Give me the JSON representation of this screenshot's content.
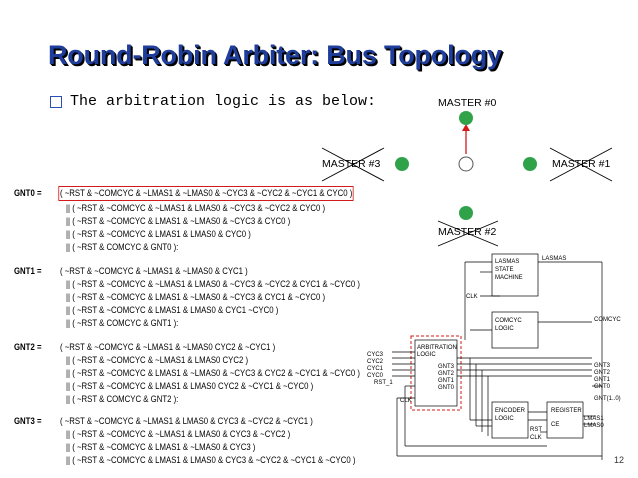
{
  "title": "Round-Robin Arbiter: Bus Topology",
  "bullet": "The arbitration logic is as below:",
  "masters": {
    "m0": "MASTER #0",
    "m1": "MASTER #1",
    "m2": "MASTER #2",
    "m3": "MASTER #3"
  },
  "equations": {
    "gnt0": {
      "label": "GNT0 =",
      "lines": [
        "( ~RST & ~COMCYC & ~LMAS1 & ~LMAS0 & ~CYC3 & ~CYC2 & ~CYC1 & CYC0 )",
        "|| ( ~RST & ~COMCYC & ~LMAS1 & LMAS0 & ~CYC3 & ~CYC2 & CYC0 )",
        "|| ( ~RST & ~COMCYC & LMAS1 & ~LMAS0 & ~CYC3 & CYC0 )",
        "|| ( ~RST & ~COMCYC & LMAS1 & LMAS0 & CYC0 )",
        "|| ( ~RST & COMCYC & GNT0 ):"
      ]
    },
    "gnt1": {
      "label": "GNT1 =",
      "lines": [
        "( ~RST & ~COMCYC & ~LMAS1 & ~LMAS0 & CYC1 )",
        "|| ( ~RST & ~COMCYC & ~LMAS1 & LMAS0 & ~CYC3 & ~CYC2 & CYC1 & ~CYC0 )",
        "|| ( ~RST & ~COMCYC & LMAS1 & ~LMAS0 & ~CYC3 & CYC1 & ~CYC0 )",
        "|| ( ~RST & ~COMCYC & LMAS1 & LMAS0 & CYC1 ~CYC0 )",
        "|| ( ~RST & COMCYC & GNT1 ):"
      ]
    },
    "gnt2": {
      "label": "GNT2 =",
      "lines": [
        "( ~RST & ~COMCYC & ~LMAS1 & ~LMAS0 CYC2 & ~CYC1 )",
        "|| ( ~RST & ~COMCYC & ~LMAS1 & LMAS0 CYC2 )",
        "|| ( ~RST & ~COMCYC & LMAS1 & ~LMAS0 & ~CYC3 & CYC2 & ~CYC1 & ~CYC0 )",
        "|| ( ~RST & ~COMCYC & LMAS1 & LMAS0 CYC2 & ~CYC1 & ~CYC0 )",
        "|| ( ~RST & COMCYC & GNT2 ):"
      ]
    },
    "gnt3": {
      "label": "GNT3 =",
      "lines": [
        "( ~RST & ~COMCYC & ~LMAS1 & LMAS0 & CYC3 & ~CYC2 & ~CYC1 )",
        "|| ( ~RST & ~COMCYC & ~LMAS1 & LMAS0 & CYC3 & ~CYC2 )",
        "|| ( ~RST & ~COMCYC & LMAS1 & ~LMAS0 & CYC3 )",
        "|| ( ~RST & ~COMCYC & LMAS1 & LMAS0 & CYC3 & ~CYC2 & ~CYC1 & ~CYC0 )"
      ]
    }
  },
  "diagram": {
    "lasmas_block": [
      "LASMAS",
      "STATE",
      "MACHINE"
    ],
    "lasmas_out": "LASMAS",
    "clk": "CLK",
    "comcyc_block": [
      "COMCYC",
      "LOGIC"
    ],
    "comcyc_out": "COMCYC",
    "arb_block": [
      "ARBITRATION",
      "LOGIC"
    ],
    "arb_inputs": [
      "CYC3",
      "CYC2",
      "CYC1",
      "CYC0"
    ],
    "rst": "RST_1",
    "arb_outputs": [
      "GNT3",
      "GNT2",
      "GNT1",
      "GNT0"
    ],
    "arb_clk": "CLK",
    "right_outputs": [
      "GNT3",
      "GNT2",
      "GNT1",
      "GNT0",
      "GNT(1..0)"
    ],
    "encoder_block": [
      "ENCODER",
      "LOGIC"
    ],
    "register_block": "REGISTER",
    "register_ce": "CE",
    "register_outputs": [
      "LMAS1",
      "LMAS0"
    ],
    "register_rst": "RST",
    "register_clk": "CLK"
  },
  "page_number": "12",
  "colors": {
    "title": "#1f3d9a",
    "bullet": "#2b4fb0",
    "node_green": "#2fa24a",
    "highlight_red": "#d21a1a"
  }
}
